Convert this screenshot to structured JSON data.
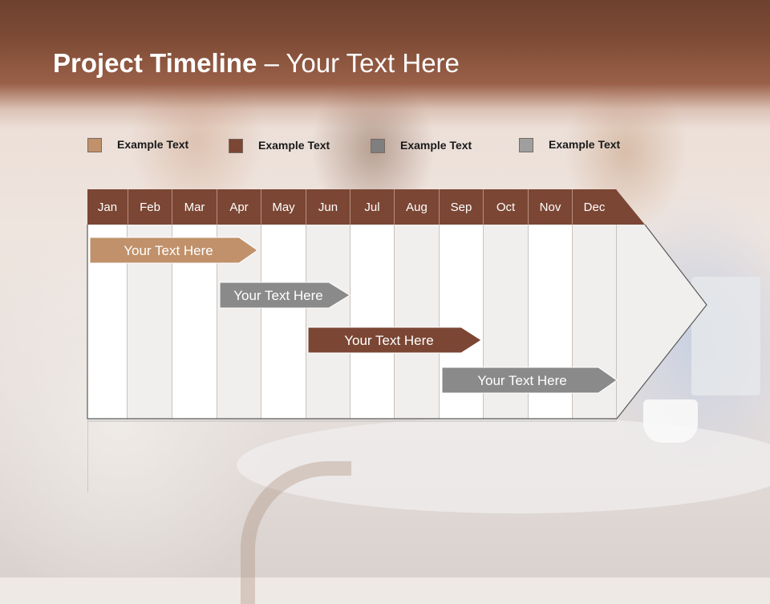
{
  "slide": {
    "title_bold": "Project Timeline",
    "title_rest": " – Your Text Here"
  },
  "legend": [
    {
      "label": "Example Text",
      "color": "#c0916a"
    },
    {
      "label": "Example Text",
      "color": "#7b4634"
    },
    {
      "label": "Example Text",
      "color": "#7f7f7f"
    },
    {
      "label": "Example Text",
      "color": "#9f9f9f"
    }
  ],
  "timeline": {
    "months": [
      "Jan",
      "Feb",
      "Mar",
      "Apr",
      "May",
      "Jun",
      "Jul",
      "Aug",
      "Sep",
      "Oct",
      "Nov",
      "Dec"
    ],
    "header_color": "#7b4634",
    "bars": [
      {
        "label": "Your  Text Here",
        "color": "#c0916a"
      },
      {
        "label": "Your  Text Here",
        "color": "#8a8a8a"
      },
      {
        "label": "Your  Text Here",
        "color": "#7b4634"
      },
      {
        "label": "Your  Text Here",
        "color": "#8a8a8a"
      }
    ]
  }
}
